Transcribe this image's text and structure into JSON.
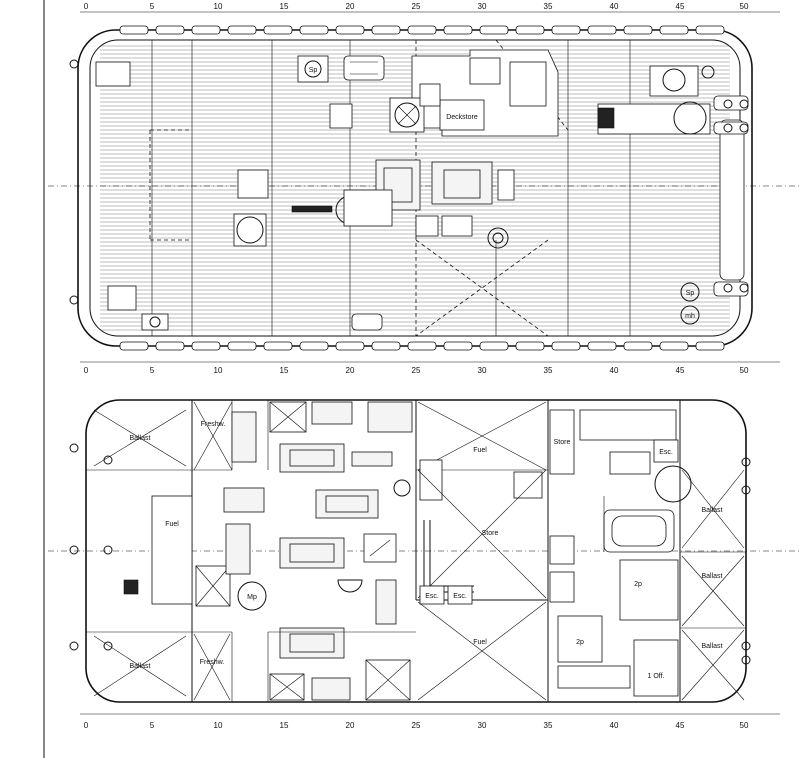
{
  "drawing": {
    "scale_labels": [
      "0",
      "5",
      "10",
      "15",
      "20",
      "25",
      "30",
      "35",
      "40",
      "45",
      "50"
    ],
    "deck_plan": {
      "labels": {
        "deckstore": "Deckstore",
        "sp_fwd": "Sp",
        "sp_aft": "Sp",
        "mh": "mh"
      }
    },
    "lower_plan": {
      "labels": {
        "ballast_top_left": "Ballast",
        "freshw_top": "Freshw.",
        "fuel_left": "Fuel",
        "mp": "Mp",
        "ballast_bottom_left": "Ballast",
        "freshw_bottom": "Freshw.",
        "fuel_top": "Fuel",
        "store_center": "Store",
        "esc_1": "Esc.",
        "esc_2": "Esc.",
        "fuel_bottom": "Fuel",
        "store_right": "Store",
        "esc_right": "Esc.",
        "ballast_right_1": "Ballast",
        "ballast_right_2": "Ballast",
        "ballast_right_3": "Ballast",
        "cabin_2p_upper": "2p",
        "cabin_2p_lower": "2p",
        "office": "1 Off."
      }
    }
  }
}
